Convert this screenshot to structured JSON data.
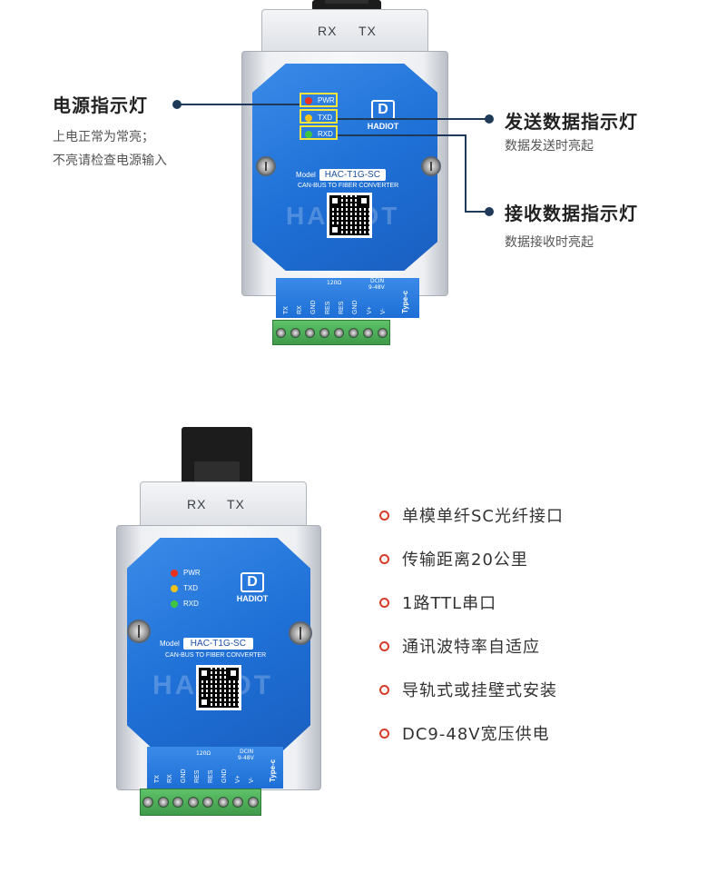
{
  "device_top": {
    "ports": {
      "rx": "RX",
      "tx": "TX"
    },
    "leds": [
      {
        "label": "PWR",
        "color": "#e8321f"
      },
      {
        "label": "TXD",
        "color": "#f2c21b"
      },
      {
        "label": "RXD",
        "color": "#3fc640"
      }
    ],
    "brand": "HADIOT",
    "model_label": "Model",
    "model_value": "HAC-T1G-SC",
    "subtitle": "CAN-BUS TO FIBER CONVERTER",
    "watermark": "HADIOT",
    "pins": [
      "TX",
      "RX",
      "GND",
      "RES",
      "RES",
      "GND",
      "V+",
      "V-"
    ],
    "pin_extra_120": "120Ω",
    "pin_extra_dcin": "DCIN",
    "pin_extra_range": "9-48V",
    "typec": "Type-c"
  },
  "callouts": {
    "power": {
      "title": "电源指示灯",
      "desc_line1": "上电正常为常亮；",
      "desc_line2": "不亮请检查电源输入"
    },
    "send": {
      "title": "发送数据指示灯",
      "desc": "数据发送时亮起"
    },
    "recv": {
      "title": "接收数据指示灯",
      "desc": "数据接收时亮起"
    }
  },
  "device_bottom": {
    "ports": {
      "rx": "RX",
      "tx": "TX"
    },
    "leds": [
      {
        "label": "PWR",
        "color": "#e8321f"
      },
      {
        "label": "TXD",
        "color": "#f2c21b"
      },
      {
        "label": "RXD",
        "color": "#3fc640"
      }
    ],
    "brand": "HADIOT",
    "model_label": "Model",
    "model_value": "HAC-T1G-SC",
    "subtitle": "CAN-BUS TO FIBER CONVERTER",
    "watermark": "HADIOT",
    "pins": [
      "TX",
      "RX",
      "GND",
      "RES",
      "RES",
      "GND",
      "V+",
      "V-"
    ],
    "pin_extra_120": "120Ω",
    "pin_extra_dcin": "DCIN",
    "pin_extra_range": "9-48V",
    "typec": "Type-c"
  },
  "features": [
    "单模单纤SC光纤接口",
    "传输距离20公里",
    "1路TTL串口",
    "通讯波特率自适应",
    "导轨式或挂壁式安装",
    "DC9-48V宽压供电"
  ],
  "colors": {
    "accent_red": "#d63b2a",
    "device_blue": "#1e6fd6",
    "terminal_green": "#4fae5a",
    "callout_line": "#1f3a58",
    "highlight": "#f5e43a"
  }
}
